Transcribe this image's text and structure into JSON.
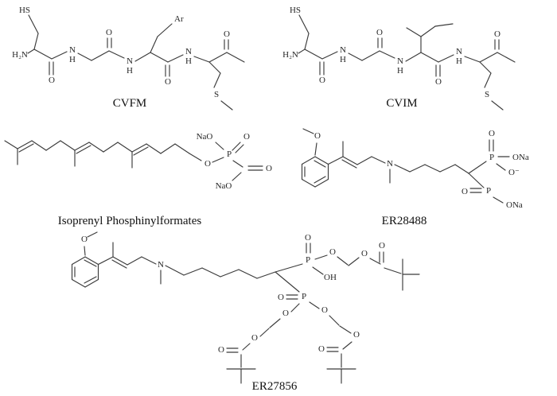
{
  "figure": {
    "background_color": "#ffffff",
    "bond_color": "#3b3b3b",
    "labels": {
      "cvfm": "CVFM",
      "cvim": "CVIM",
      "isoprenyl": "Isoprenyl Phosphinylformates",
      "er28488": "ER28488",
      "er27856": "ER27856"
    },
    "atoms": {
      "HS": "HS",
      "H2N": "H₂N",
      "O": "O",
      "N": "N",
      "H": "H",
      "S": "S",
      "P": "P",
      "Ar": "Ar",
      "NaO": "NaO",
      "ONa": "ONa",
      "O_minus": "O⁻",
      "OH": "OH"
    }
  }
}
